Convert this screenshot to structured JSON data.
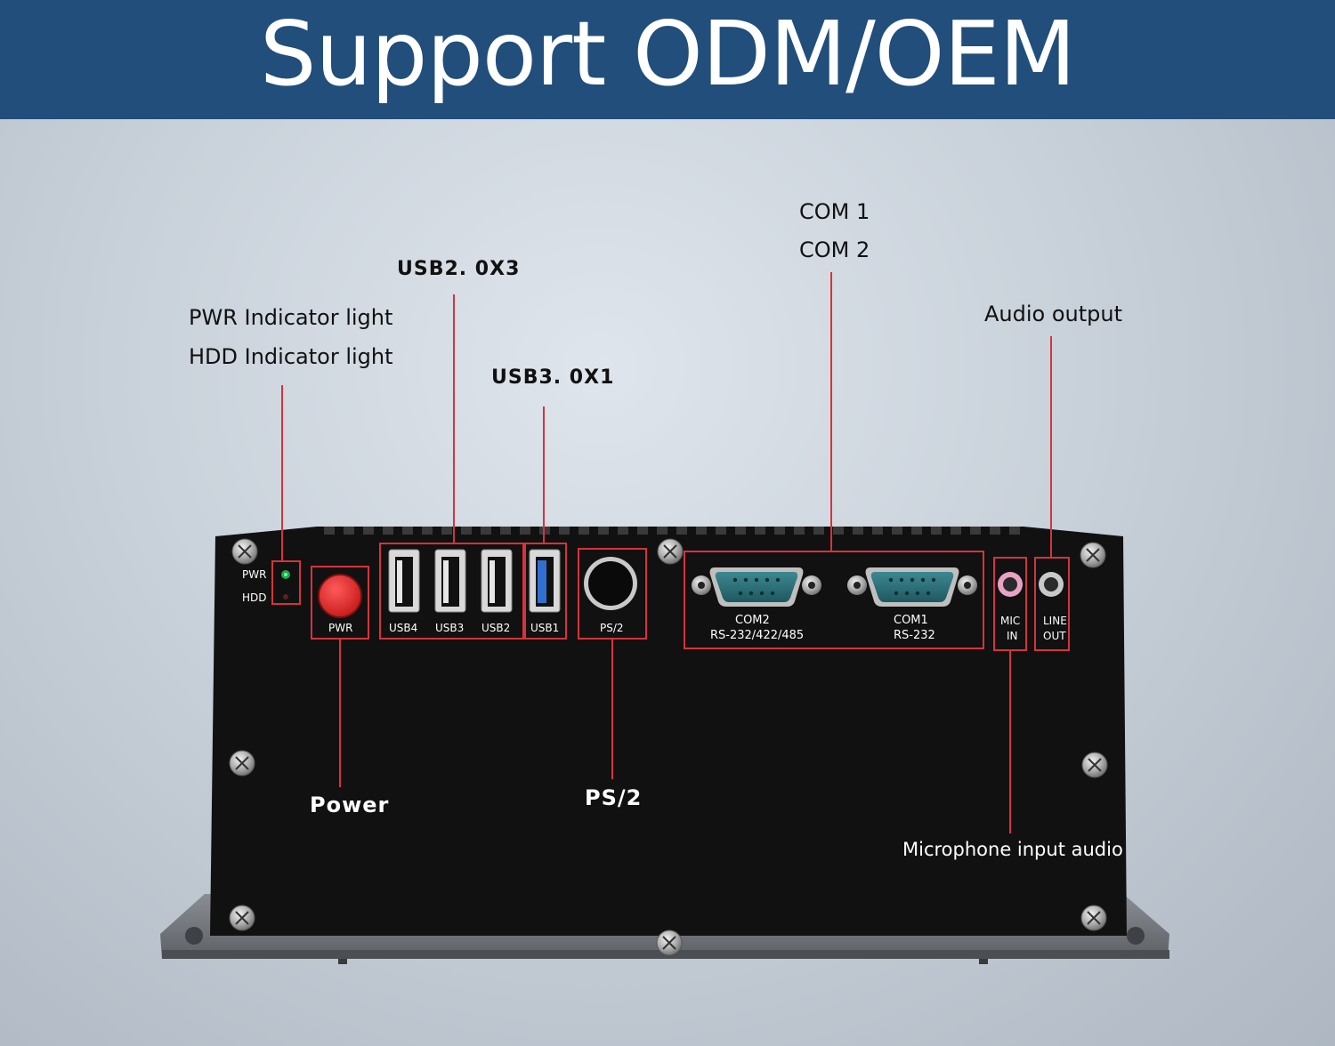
{
  "banner": {
    "title": "Support ODM/OEM"
  },
  "callouts": {
    "pwr_indicator": "PWR Indicator light",
    "hdd_indicator": "HDD Indicator light",
    "usb2": "USB2. 0X3",
    "usb3": "USB3. 0X1",
    "com1": "COM 1",
    "com2": "COM 2",
    "audio_output": "Audio output",
    "power": "Power",
    "ps2": "PS/2",
    "mic_input": "Microphone input audio"
  },
  "panel_labels": {
    "pwr_led": "PWR",
    "hdd_led": "HDD",
    "power_button": "PWR",
    "usb4": "USB4",
    "usb3": "USB3",
    "usb2": "USB2",
    "usb1": "USB1",
    "ps2_port": "PS/2",
    "com2_name": "COM2",
    "com2_spec": "RS-232/422/485",
    "com1_name": "COM1",
    "com1_spec": "RS-232",
    "mic": "MIC",
    "mic_in": "IN",
    "line": "LINE",
    "line_out": "OUT"
  },
  "colors": {
    "banner": "#214e7a",
    "callout_line": "#d6333b",
    "chassis": "#111111",
    "usb3_blue": "#2f6fd0",
    "db9_teal": "#2b6f78",
    "power_red": "#e02a2a",
    "mic_pink": "#e7a2c4"
  }
}
